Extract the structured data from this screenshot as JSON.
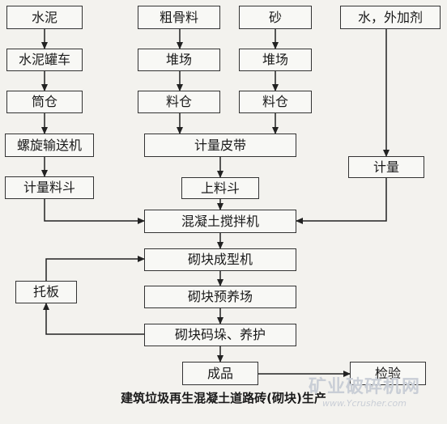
{
  "nodes": {
    "cement": "水泥",
    "coarse_aggregate": "粗骨料",
    "sand": "砂",
    "water_admixture": "水，外加剂",
    "cement_tanker": "水泥罐车",
    "coarse_yard": "堆场",
    "sand_yard": "堆场",
    "silo": "筒仓",
    "coarse_bin": "料仓",
    "sand_bin": "料仓",
    "screw_conveyor": "螺旋输送机",
    "weigh_belt": "计量皮带",
    "weighing": "计量",
    "weigh_hopper": "计量料斗",
    "feed_hopper": "上料斗",
    "mixer": "混凝土搅拌机",
    "block_machine": "砌块成型机",
    "pallet": "托板",
    "precure_yard": "砌块预养场",
    "stack_cure": "砌块码垛、养护",
    "finished": "成品",
    "inspection": "检验"
  },
  "caption": "建筑垃圾再生混凝土道路砖(砌块)生产",
  "watermark": {
    "main": "矿业破碎机网",
    "url": "www.Ycrusher.com"
  }
}
